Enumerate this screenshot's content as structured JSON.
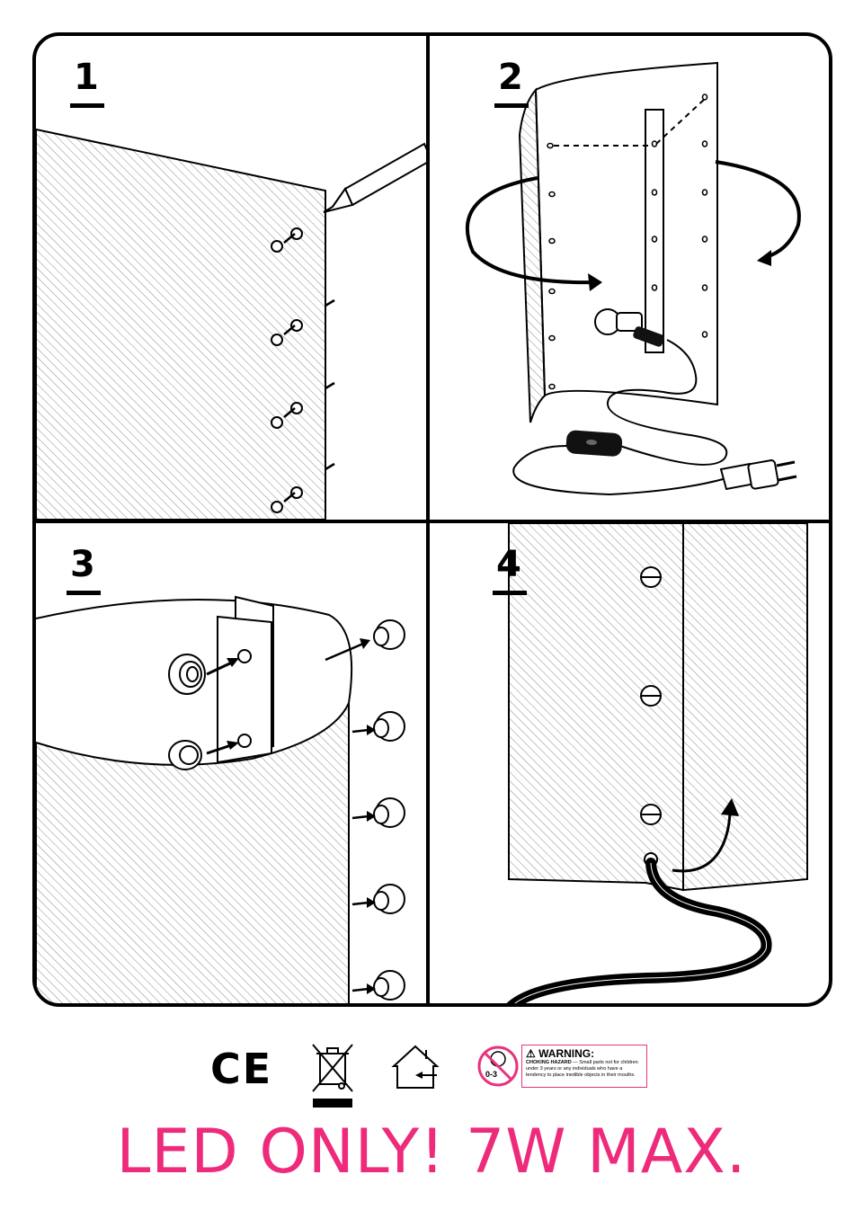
{
  "steps": [
    {
      "number": "1"
    },
    {
      "number": "2"
    },
    {
      "number": "3"
    },
    {
      "number": "4"
    }
  ],
  "symbols": {
    "ce_mark": "CE",
    "icons": [
      "ce-mark-icon",
      "weee-crossed-bin-icon",
      "indoor-use-house-icon",
      "choking-hazard-icon"
    ],
    "age_label": "0-3",
    "warning": {
      "title": "WARNING:",
      "hazard": "CHOKING HAZARD",
      "text": "— Small parts not for children under 3 years or any individuals who have a tendency to place inedible objects in their mouths."
    }
  },
  "footer": {
    "text": "LED ONLY! 7W MAX."
  },
  "colors": {
    "accent": "#ee2a7b",
    "line": "#000000",
    "hatch": "#9a9a9a"
  }
}
